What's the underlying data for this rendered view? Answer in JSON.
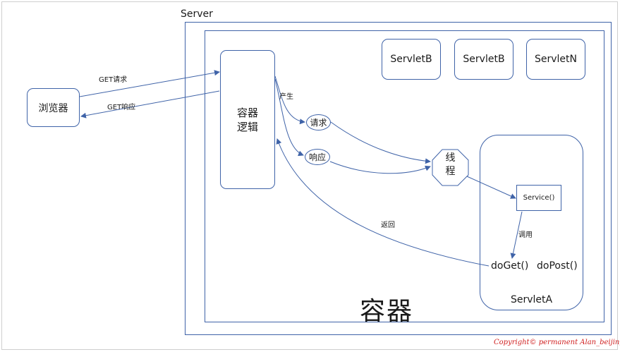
{
  "server_label": "Server",
  "browser": {
    "label": "浏览器"
  },
  "container_logic": {
    "line1": "容器",
    "line2": "逻辑"
  },
  "servlets": [
    "ServletB",
    "ServletB",
    "ServletN"
  ],
  "request_label": "请求",
  "response_label": "响应",
  "thread": {
    "line1": "线",
    "line2": "程"
  },
  "servlet_a": {
    "service": "Service()",
    "do_get": "doGet()",
    "do_post": "doPost()",
    "name": "ServletA"
  },
  "edges": {
    "get_request": "GET请求",
    "get_response": "GET响应",
    "produce": "产生",
    "return": "返回",
    "call": "调用"
  },
  "container_caption": "容器",
  "copyright": "Copyright© permanent  Alan_beijing",
  "colors": {
    "line": "#3f63a8",
    "watermark": "#d02020"
  }
}
